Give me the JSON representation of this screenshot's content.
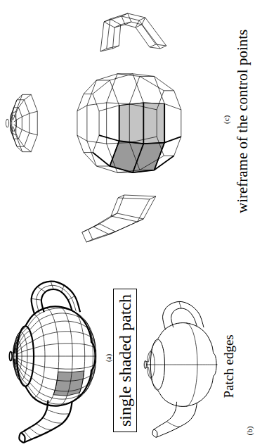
{
  "diagram": {
    "nodes": [
      {
        "text": [
          "single shaded patch"
        ]
      }
    ],
    "labels": [
      "(a)",
      "(b)",
      "Patch edges",
      "(c)",
      "wireframe of the control points"
    ]
  }
}
